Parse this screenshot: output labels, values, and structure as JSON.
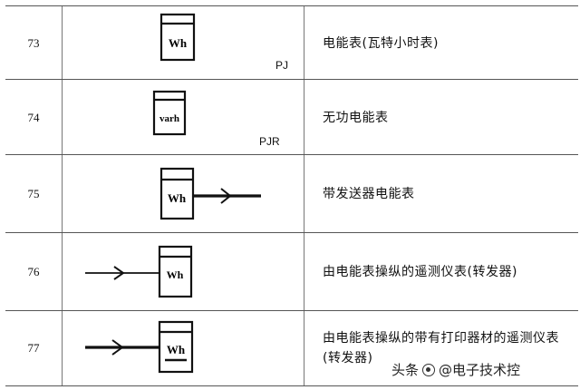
{
  "rows": [
    {
      "number": "73",
      "meter_label": "Wh",
      "code": "PJ",
      "description": "电能表(瓦特小时表)"
    },
    {
      "number": "74",
      "meter_label": "varh",
      "code": "PJR",
      "description": "无功电能表"
    },
    {
      "number": "75",
      "meter_label": "Wh",
      "code": "",
      "description": "带发送器电能表"
    },
    {
      "number": "76",
      "meter_label": "Wh",
      "code": "",
      "description": "由电能表操纵的遥测仪表(转发器)"
    },
    {
      "number": "77",
      "meter_label": "Wh",
      "code": "",
      "description": "由电能表操纵的带有打印器材的遥测仪表(转发器)"
    }
  ],
  "watermark": {
    "platform": "头条",
    "account": "@电子技术控"
  }
}
